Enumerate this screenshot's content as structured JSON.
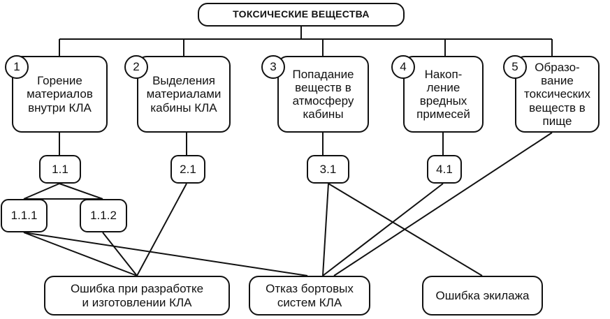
{
  "title": "ТОКСИЧЕСКИЕ ВЕЩЕСТВА",
  "categories": [
    {
      "number": "1",
      "label": "Горение\nматериалов\nвнутри КЛА"
    },
    {
      "number": "2",
      "label": "Выделения\nматериалами\nкабины КЛА"
    },
    {
      "number": "3",
      "label": "Попадание\nвеществ в\nатмосферу\nкабины"
    },
    {
      "number": "4",
      "label": "Накоп-\nление\nвредных\nпримесей"
    },
    {
      "number": "5",
      "label": "Образо-\nвание\nтоксических\nвеществ в\nпище"
    }
  ],
  "events": {
    "e11": "1.1",
    "e21": "2.1",
    "e31": "3.1",
    "e41": "4.1",
    "e111": "1.1.1",
    "e112": "1.1.2"
  },
  "causes": {
    "design_error": "Ошибка при разработке\nи изготовлении КЛА",
    "onboard_failure": "Отказ бортовых\nсистем КЛА",
    "crew_error": "Ошибка экилажа"
  }
}
